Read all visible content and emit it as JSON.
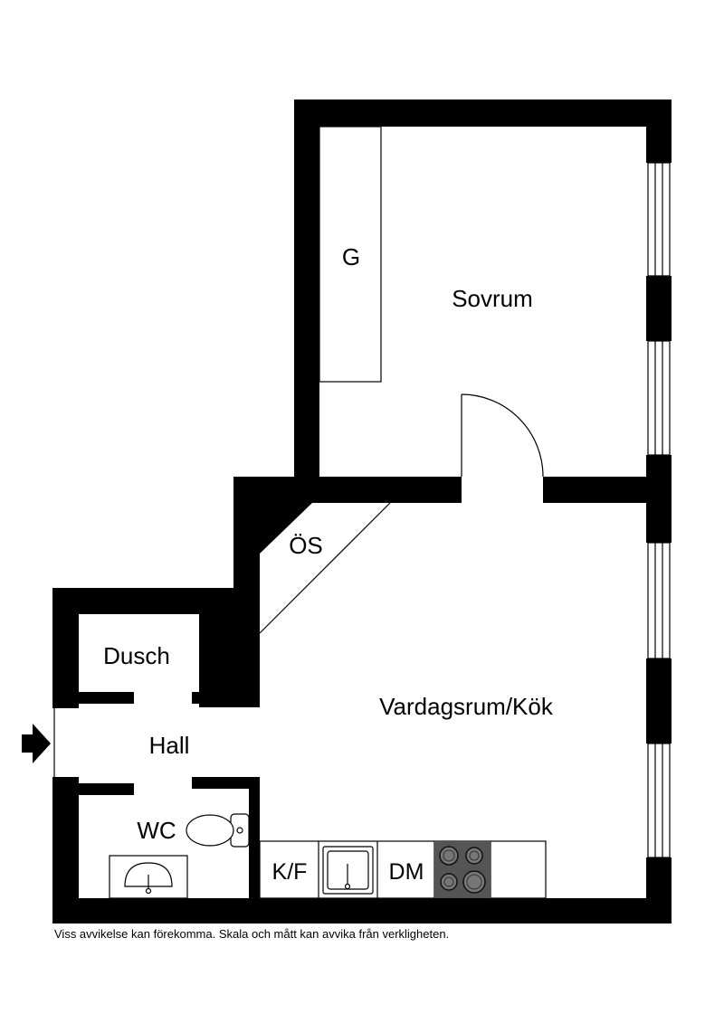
{
  "rooms": {
    "wardrobe": "G",
    "bedroom": "Sovrum",
    "storage": "ÖS",
    "shower": "Dusch",
    "living_kitchen": "Vardagsrum/Kök",
    "hall": "Hall",
    "toilet": "WC",
    "fridge_freezer": "K/F",
    "dishwasher": "DM"
  },
  "disclaimer": "Viss avvikelse kan förekomma. Skala och mått kan avvika från verkligheten.",
  "colors": {
    "wall": "#000000",
    "floor": "#ffffff",
    "stove_plate": "#555555"
  }
}
